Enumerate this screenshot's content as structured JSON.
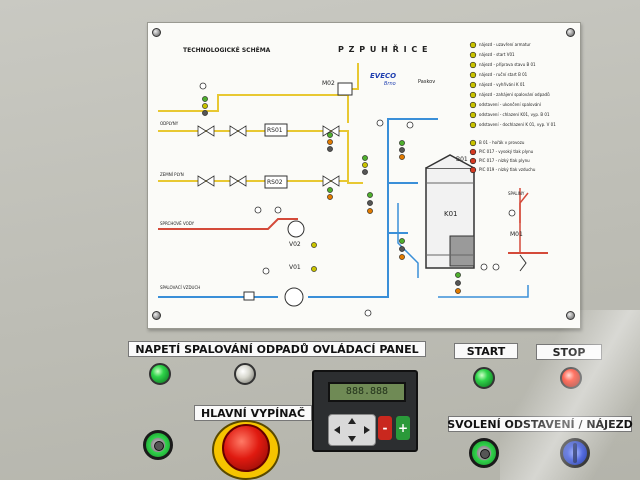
{
  "diagram": {
    "title": "TECHNOLOGICKÉ SCHÉMA",
    "subtitle": "P Z P   U H Ř I C E",
    "logo1": "EVECO",
    "logo1_sub": "Brno",
    "logo2": "Paskov",
    "components": {
      "m02": "M02",
      "rs01": "RS01",
      "rs02": "RS02",
      "b01": "B01",
      "k01": "K01",
      "m01": "M01",
      "v02": "V02",
      "v01": "V01",
      "spaliny": "SPALINY"
    },
    "line_labels": {
      "odplyny": "ODPLYNY",
      "zemni_plyn": "ZEMNÍ PLYN",
      "sprchove_vody": "SPRCHOVÉ VODY",
      "spalovaci_vzduch": "SPALOVACÍ VZDUCH"
    },
    "legend": [
      "nájezd - uzavření armatur",
      "nájezd - start V01",
      "nájezd - příprava stavu B 01",
      "nájezd - ruční start B 01",
      "nájezd - vyhřívání K 01",
      "nájezd - zahájení spalování odpadů",
      "odstavení - ukončení spalování",
      "odstavení - chlazení K01, vyp. B 01",
      "odstavení - dochlazení K 01, vyp. V 01"
    ],
    "alarms": [
      "B 01 - hořák v provozu",
      "PIC 017 - vysoký tlak plynu",
      "PIC 017 - nízký tlak plynu",
      "PIC 019 - nízký tlak vzduchu"
    ]
  },
  "panel": {
    "label_main": "NAPETÍ   SPALOVÁNÍ  ODPADŮ   OVLÁDACÍ  PANEL",
    "label_start": "START",
    "label_stop": "STOP",
    "label_main_switch": "HLAVNÍ  VYPÍNAČ",
    "label_mode": "SVOLENÍ   ODSTAVENÍ / NÁJEZD",
    "hmi_display": "888.888",
    "hmi_minus": "-",
    "hmi_plus": "+"
  },
  "colors": {
    "board_bg": "#fbfbf8",
    "gas_line": "#e8c832",
    "water_line": "#d44a3a",
    "air_line": "#3a8fd8",
    "flue_line": "#d44a3a"
  }
}
